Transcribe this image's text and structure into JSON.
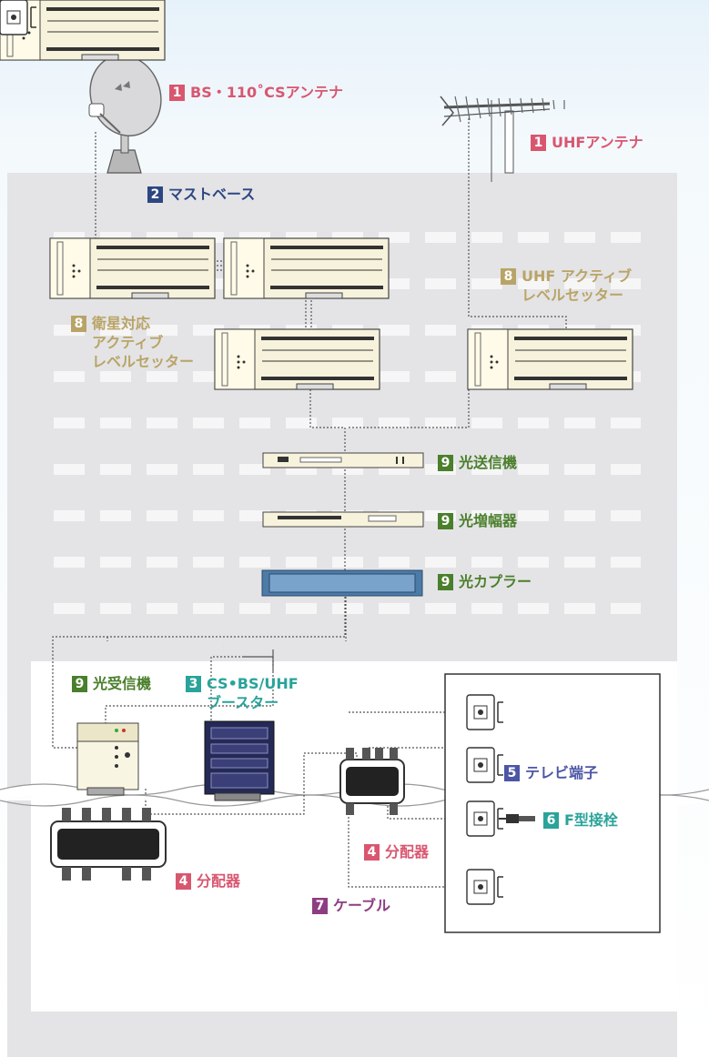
{
  "labels": {
    "bs_antenna": {
      "num": "1",
      "text": "BS・110˚CSアンテナ"
    },
    "uhf_antenna": {
      "num": "1",
      "text": "UHFアンテナ"
    },
    "mast_base": {
      "num": "2",
      "text": "マストベース"
    },
    "uhf_setter": {
      "num": "8",
      "line1": "UHF アクティブ",
      "line2": "レベルセッター"
    },
    "sat_setter": {
      "num": "8",
      "line1": "衛星対応",
      "line2": "アクティブ",
      "line3": "レベルセッター"
    },
    "opt_tx": {
      "num": "9",
      "text": "光送信機"
    },
    "opt_amp": {
      "num": "9",
      "text": "光増幅器"
    },
    "opt_coupler": {
      "num": "9",
      "text": "光カプラー"
    },
    "opt_rx": {
      "num": "9",
      "text": "光受信機"
    },
    "booster": {
      "num": "3",
      "line1": "CS•BS/UHF",
      "line2": "ブースター"
    },
    "splitter_a": {
      "num": "4",
      "text": "分配器"
    },
    "splitter_b": {
      "num": "4",
      "text": "分配器"
    },
    "tv_outlet": {
      "num": "5",
      "text": "テレビ端子"
    },
    "f_plug": {
      "num": "6",
      "text": "F型接栓"
    },
    "cable": {
      "num": "7",
      "text": "ケーブル"
    }
  }
}
